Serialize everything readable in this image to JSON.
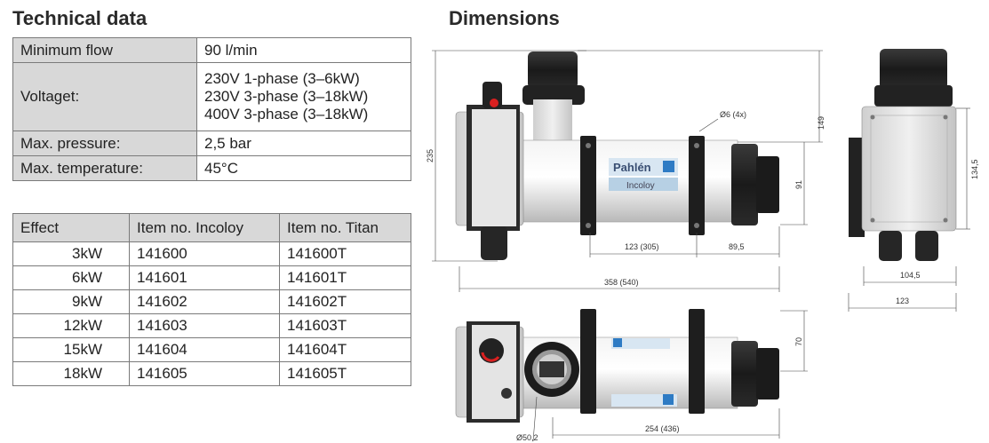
{
  "technical_title": "Technical data",
  "dimensions_title": "Dimensions",
  "tech_rows": [
    {
      "label": "Minimum flow",
      "values": [
        "90 l/min"
      ]
    },
    {
      "label": "Voltaget:",
      "values": [
        "230V 1-phase (3–6kW)",
        "230V 3-phase (3–18kW)",
        "400V 3-phase (3–18kW)"
      ]
    },
    {
      "label": "Max. pressure:",
      "values": [
        "2,5 bar"
      ]
    },
    {
      "label": "Max. temperature:",
      "values": [
        "45°C"
      ]
    }
  ],
  "item_table": {
    "headers": [
      "Effect",
      "Item no. Incoloy",
      "Item no. Titan"
    ],
    "rows": [
      [
        "3kW",
        "141600",
        "141600T"
      ],
      [
        "6kW",
        "141601",
        "141601T"
      ],
      [
        "9kW",
        "141602",
        "141602T"
      ],
      [
        "12kW",
        "141603",
        "141603T"
      ],
      [
        "15kW",
        "141604",
        "141604T"
      ],
      [
        "18kW",
        "141605",
        "141605T"
      ]
    ]
  },
  "product": {
    "brand": "Pahlén",
    "material": "Incoloy"
  },
  "dims": {
    "d6": "Ø6 (4x)",
    "h149": "149",
    "h235": "235",
    "h91": "91",
    "w123_305": "123 (305)",
    "w89_5": "89,5",
    "w358_540": "358 (540)",
    "h134_5": "134,5",
    "w104_5": "104,5",
    "w123": "123",
    "h70": "70",
    "d50_2": "Ø50,2",
    "w254_436": "254 (436)"
  }
}
